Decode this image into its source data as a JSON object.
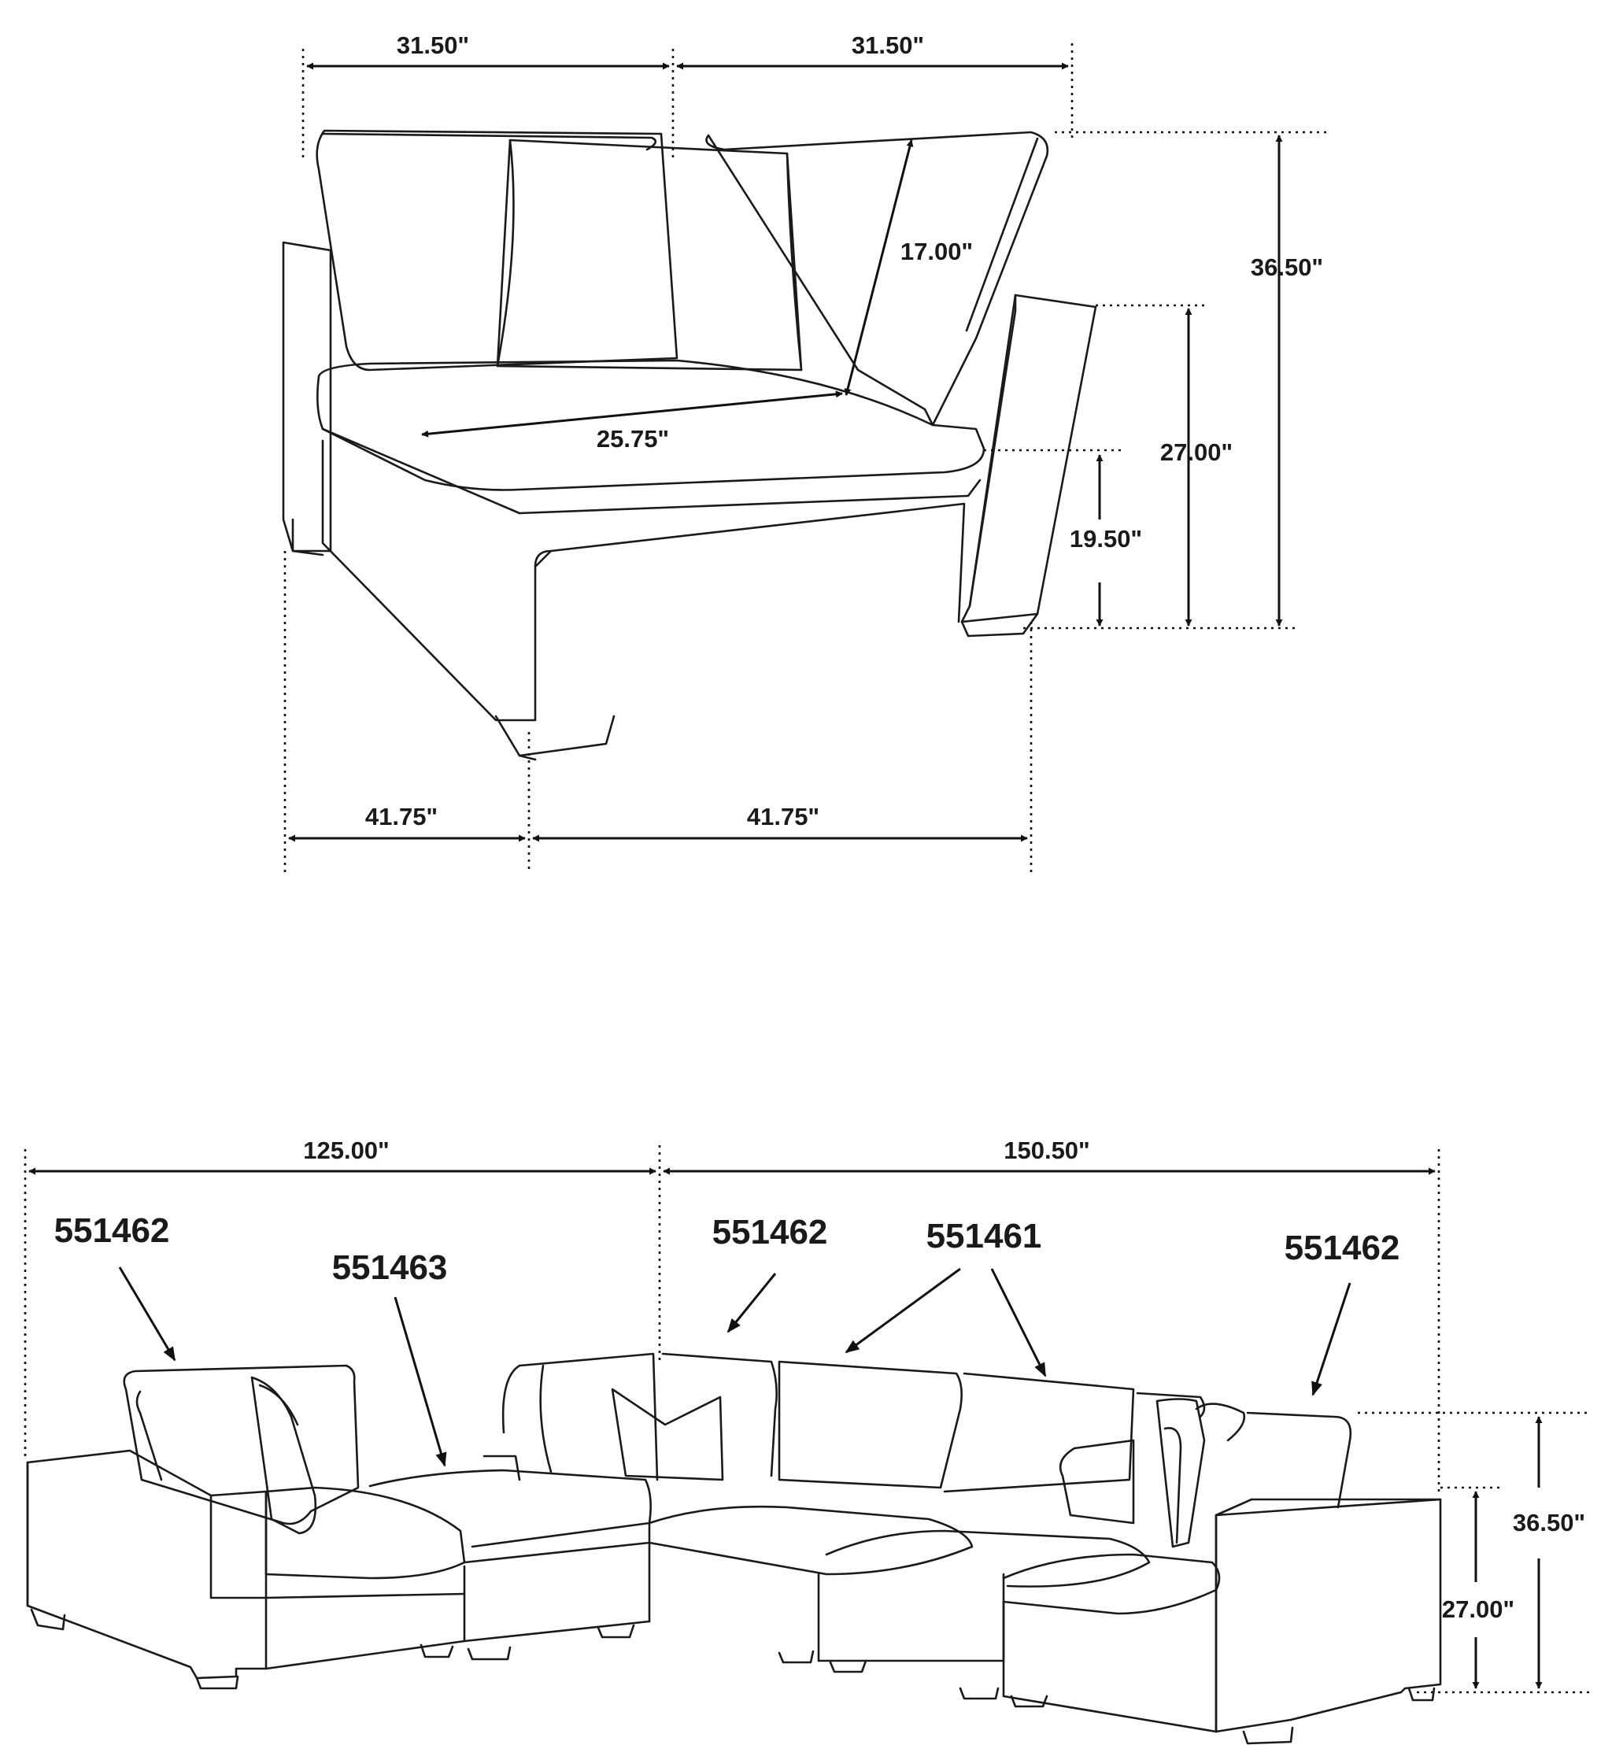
{
  "top_view": {
    "dims": {
      "back_left": "31.50\"",
      "back_right": "31.50\"",
      "back_cushion": "17.00\"",
      "seat_depth": "25.75\"",
      "total_height": "36.50\"",
      "arm_height": "27.00\"",
      "seat_height": "19.50\"",
      "base_left": "41.75\"",
      "base_right": "41.75\""
    }
  },
  "bottom_view": {
    "dims": {
      "left_width": "125.00\"",
      "right_width": "150.50\"",
      "height": "36.50\"",
      "arm_height": "27.00\""
    },
    "modules": {
      "m1": "551462",
      "m2": "551463",
      "m3": "551462",
      "m4": "551461",
      "m5": "551462"
    }
  }
}
